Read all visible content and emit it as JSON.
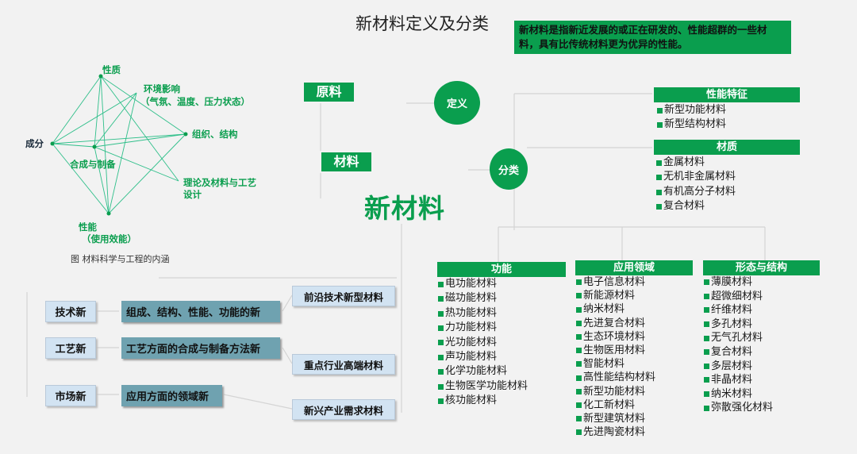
{
  "title": "新材料定义及分类",
  "definition": "新材料是指新近发展的或正在研发的、性能超群的一些材料，具有比传统材料更为优异的性能。",
  "tetrahedron": {
    "nodes": {
      "xingzhi": "性质",
      "huanjing": "环境影响",
      "huanjing_sub": "（气氛、温度、压力状态）",
      "zuzhi": "组织、结构",
      "chengfen": "成分",
      "hecheng": "合成与制备",
      "lilun": "理论及材料与工艺",
      "lilun_sub": "设计",
      "xingneng": "性能",
      "xingneng_sub": "（使用效能）"
    },
    "caption": "图 材料科学与工程的内涵"
  },
  "yuanliao": "原料",
  "cailiao": "材料",
  "dingyi": "定义",
  "fenlei": "分类",
  "xincailiao": "新材料",
  "groups": {
    "xingneng_tezheng": {
      "header": "性能特征",
      "items": [
        "新型功能材料",
        "新型结构材料"
      ]
    },
    "caizhi": {
      "header": "材质",
      "items": [
        "金属材料",
        "无机非金属材料",
        "有机高分子材料",
        "复合材料"
      ]
    },
    "gongneng": {
      "header": "功能",
      "items": [
        "电功能材料",
        "磁功能材料",
        "热功能材料",
        "力功能材料",
        "光功能材料",
        "声功能材料",
        "化学功能材料",
        "生物医学功能材料",
        "核功能材料"
      ]
    },
    "yingyong": {
      "header": "应用领域",
      "items": [
        "电子信息材料",
        "新能源材料",
        "纳米材料",
        "先进复合材料",
        "生态环境材料",
        "生物医用材料",
        "智能材料",
        "高性能结构材料",
        "新型功能材料",
        "化工新材料",
        "新型建筑材料",
        "先进陶瓷材料"
      ]
    },
    "xingtai": {
      "header": "形态与结构",
      "items": [
        "薄膜材料",
        "超微细材料",
        "纤维材料",
        "多孔材料",
        "无气孔材料",
        "复合材料",
        "多层材料",
        "非晶材料",
        "纳米材料",
        "弥散强化材料"
      ]
    }
  },
  "new_types": [
    {
      "tag": "技术新",
      "desc": "组成、结构、性能、功能的新"
    },
    {
      "tag": "工艺新",
      "desc": "工艺方面的合成与制备方法新"
    },
    {
      "tag": "市场新",
      "desc": "应用方面的领域新"
    }
  ],
  "right_tabs": [
    "前沿技术新型材料",
    "重点行业高端材料",
    "新兴产业需求材料"
  ],
  "colors": {
    "accent": "#0a9e4e",
    "tab_bg": "#d2e3f2",
    "desc_bg": "#6fa2b0"
  }
}
